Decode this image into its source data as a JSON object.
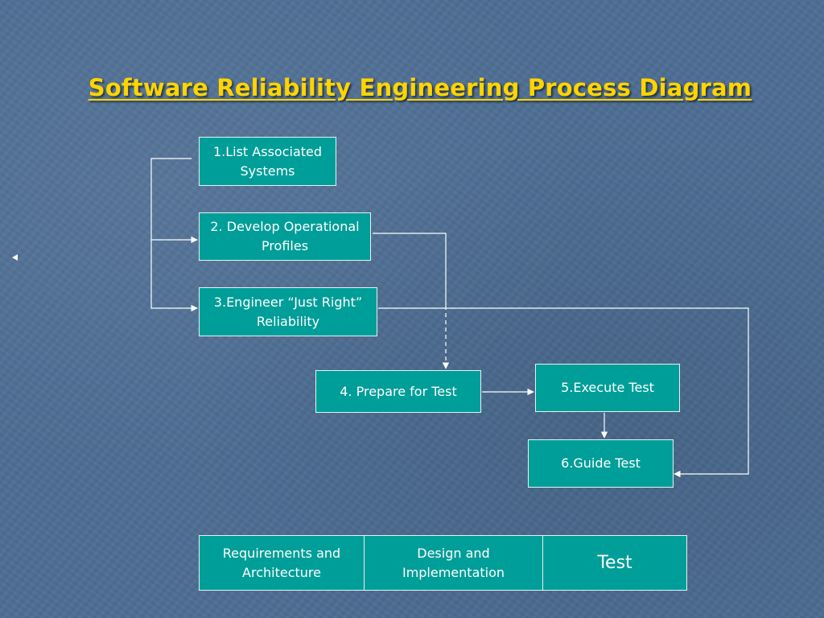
{
  "title": "Software Reliability Engineering Process Diagram",
  "steps": {
    "list_systems": "1.List Associated\nSystems",
    "develop_profiles": "2. Develop Operational\nProfiles",
    "engineer_reliability": "3.Engineer “Just Right”\nReliability",
    "prepare_test": "4. Prepare for Test",
    "execute_test": "5.Execute Test",
    "guide_test": "6.Guide Test"
  },
  "phases": {
    "requirements": "Requirements and\nArchitecture",
    "design": "Design and\nImplementation",
    "test": "Test"
  },
  "colors": {
    "background": "#4d6e94",
    "box_fill": "#009e98",
    "title": "#ffd400",
    "lines": "#ffffff"
  }
}
